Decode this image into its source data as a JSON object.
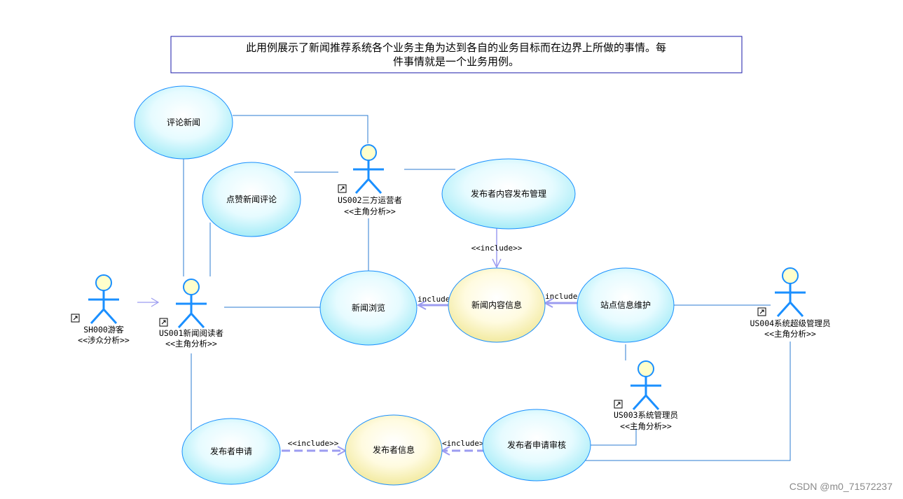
{
  "note": {
    "line1": "此用例展示了新闻推荐系统各个业务主角为达到各自的业务目标而在边界上所做的事情。每",
    "line2": "件事情就是一个业务用例。"
  },
  "use_cases": {
    "comment_news": "评论新闻",
    "like_comment": "点赞新闻评论",
    "publisher_content_mgmt": "发布者内容发布管理",
    "news_browse": "新闻浏览",
    "news_content_info": "新闻内容信息",
    "site_info_maintenance": "站点信息维护",
    "publisher_apply": "发布者申请",
    "publisher_info": "发布者信息",
    "publisher_apply_review": "发布者申请审核"
  },
  "actors": {
    "visitor": {
      "name": "SH000游客",
      "stereotype": "<<涉众分析>>"
    },
    "reader": {
      "name": "US001新闻阅读者",
      "stereotype": "<<主角分析>>"
    },
    "operator": {
      "name": "US002三方运营者",
      "stereotype": "<<主角分析>>"
    },
    "sysadmin": {
      "name": "US003系统管理员",
      "stereotype": "<<主角分析>>"
    },
    "superadmin": {
      "name": "US004系统超级管理员",
      "stereotype": "<<主角分析>>"
    }
  },
  "relations": {
    "include_mgmt_to_content": "<<include>>",
    "include_content_to_browse": "include",
    "include_site_to_content": "include",
    "include_apply_to_info": "<<include>>",
    "include_review_to_info": "<include>"
  },
  "watermark": "CSDN @m0_71572237",
  "colors": {
    "actor": "#1a8fff",
    "actor_head": "#ffffcc",
    "line": "#2b7bd0",
    "include_line": "#9c9cf0",
    "note_border": "#1a1aa8"
  }
}
